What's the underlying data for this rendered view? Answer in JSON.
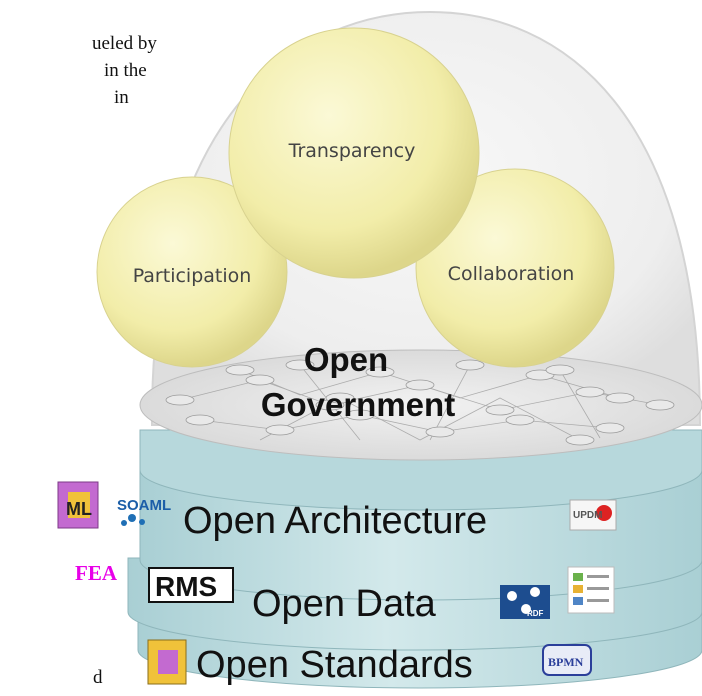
{
  "left_text": {
    "line1": "ueled by",
    "line2": "in the",
    "line3": "in",
    "bottom": "d"
  },
  "spheres": {
    "top": "Transparency",
    "left": "Participation",
    "right": "Collaboration"
  },
  "center_title": {
    "line1": "Open",
    "line2": "Government"
  },
  "layers": {
    "architecture": "Open Architecture",
    "data": "Open Data",
    "standards": "Open Standards"
  },
  "logos": {
    "soaml": "SOAML",
    "ml": "ML",
    "fea": "FEA",
    "rms": "RMS",
    "rdf": "RDF",
    "bpmn": "BPMN",
    "updm": "UPDM"
  },
  "colors": {
    "sphere_fill": "#f3efb2",
    "layer_fill": "#c6e0e3",
    "fea": "#e800e8",
    "dome": "#ededed"
  }
}
